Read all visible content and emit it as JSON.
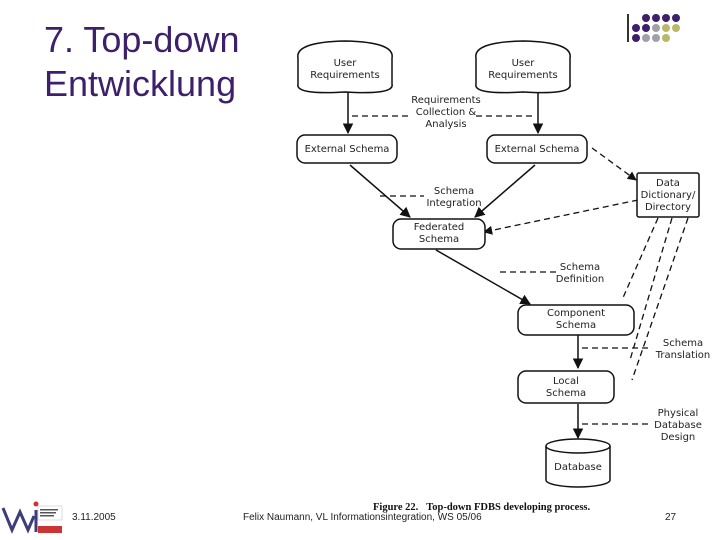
{
  "slide": {
    "title_line1": "7. Top-down",
    "title_line2": "Entwicklung"
  },
  "diagram": {
    "nodes": {
      "user_req_left": [
        "User",
        "Requirements"
      ],
      "user_req_right": [
        "User",
        "Requirements"
      ],
      "ext_schema_left": [
        "External Schema"
      ],
      "ext_schema_right": [
        "External Schema"
      ],
      "federated_schema": [
        "Federated",
        "Schema"
      ],
      "component_schema": [
        "Component",
        "Schema"
      ],
      "local_schema": [
        "Local",
        "Schema"
      ],
      "database": [
        "Database"
      ],
      "data_dictionary": [
        "Data",
        "Dictionary/",
        "Directory"
      ]
    },
    "process_labels": {
      "req_collection": [
        "Requirements",
        "Collection &",
        "Analysis"
      ],
      "schema_integration": [
        "Schema",
        "Integration"
      ],
      "schema_definition": [
        "Schema",
        "Definition"
      ],
      "schema_translation": [
        "Schema",
        "Translation"
      ],
      "physical_design": [
        "Physical",
        "Database",
        "Design"
      ]
    },
    "caption_label": "Figure 22.",
    "caption_text": "Top-down FDBS developing process."
  },
  "footer": {
    "date": "3.11.2005",
    "author": "Felix Naumann, VL Informationsintegration, WS 05/06",
    "page": "27"
  },
  "colors": {
    "title": "#3d1f6b",
    "dot_purple": "#3d1f6b",
    "dot_gray": "#a0a0a8",
    "dot_olive": "#b9b96a"
  }
}
